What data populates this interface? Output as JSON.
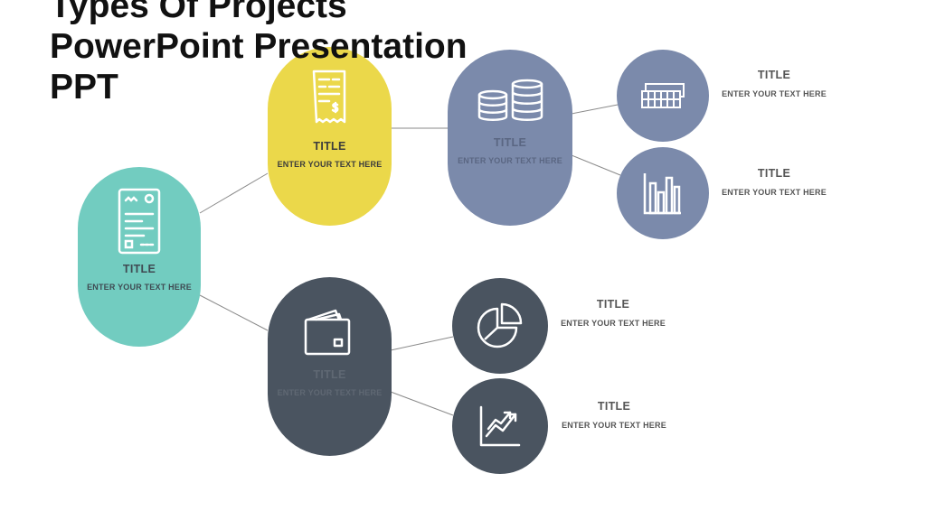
{
  "slide": {
    "title_lines": [
      "Types Of Projects",
      "PowerPoint Presentation",
      "PPT"
    ]
  },
  "colors": {
    "teal": "#72ccc0",
    "yellow": "#ebd84a",
    "slate_blue": "#7b8aab",
    "dark_slate": "#4a5460"
  },
  "nodes": {
    "root": {
      "title": "TITLE",
      "subtitle": "ENTER YOUR TEXT HERE",
      "icon": "document-list-icon"
    },
    "top": {
      "title": "TITLE",
      "subtitle": "ENTER YOUR TEXT HERE",
      "icon": "receipt-icon"
    },
    "bottom": {
      "title": "TITLE",
      "subtitle": "ENTER YOUR TEXT HERE",
      "icon": "wallet-icon"
    },
    "coins": {
      "title": "TITLE",
      "subtitle": "ENTER YOUR TEXT HERE",
      "icon": "coin-stacks-icon"
    }
  },
  "leaves": [
    {
      "icon": "cash-stacks-icon",
      "title": "TITLE",
      "subtitle": "ENTER YOUR TEXT HERE"
    },
    {
      "icon": "bar-chart-icon",
      "title": "TITLE",
      "subtitle": "ENTER YOUR TEXT HERE"
    },
    {
      "icon": "pie-chart-icon",
      "title": "TITLE",
      "subtitle": "ENTER YOUR TEXT HERE"
    },
    {
      "icon": "growth-chart-icon",
      "title": "TITLE",
      "subtitle": "ENTER YOUR TEXT HERE"
    }
  ]
}
